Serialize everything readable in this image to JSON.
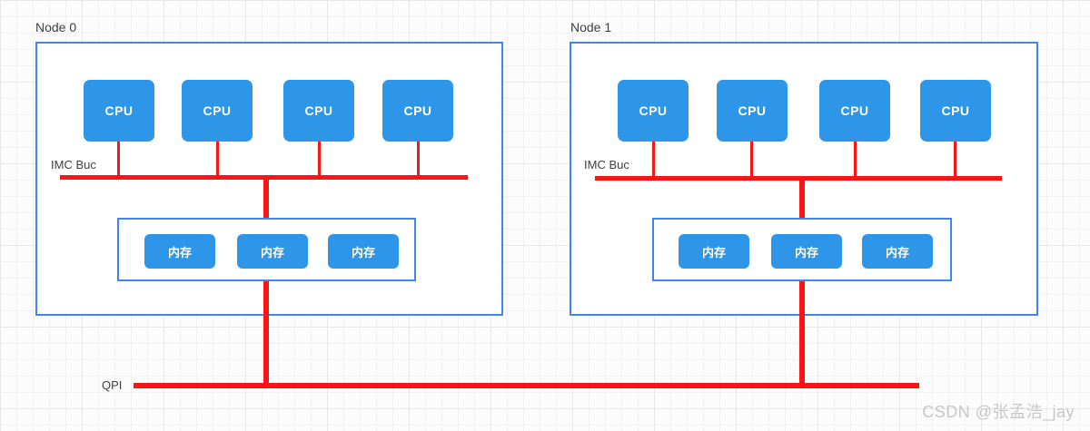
{
  "diagram": {
    "nodes": [
      {
        "label": "Node 0",
        "bus_label": "IMC Buc",
        "cpus": [
          "CPU",
          "CPU",
          "CPU",
          "CPU"
        ],
        "memories": [
          "内存",
          "内存",
          "内存"
        ]
      },
      {
        "label": "Node 1",
        "bus_label": "IMC Buc",
        "cpus": [
          "CPU",
          "CPU",
          "CPU",
          "CPU"
        ],
        "memories": [
          "内存",
          "内存",
          "内存"
        ]
      }
    ],
    "qpi_label": "QPI",
    "watermark": "CSDN @张孟浩_jay",
    "colors": {
      "box_fill": "#2e96e8",
      "box_border": "#3c87f2",
      "bus_red": "#fa1414",
      "label_text": "#3f3f3f",
      "watermark_text": "#c8c8c8"
    }
  }
}
